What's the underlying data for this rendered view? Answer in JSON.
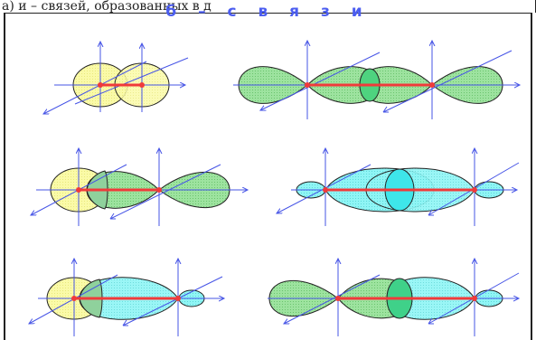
{
  "caption": "а) и – связей, образованных в д",
  "title": "б – с в я з и",
  "colors": {
    "yellow_fill": "#fafaa8",
    "green_fill": "#9de39f",
    "cyan_fill": "#8ff5f5",
    "axis": "#4654e6",
    "bond": "#f03a3a",
    "outline": "#222222"
  },
  "panels": [
    {
      "name": "s-s-overlap",
      "lobes": [
        "s-yellow",
        "s-yellow"
      ]
    },
    {
      "name": "p-p-overlap",
      "lobes": [
        "p-green",
        "p-green"
      ]
    },
    {
      "name": "s-p-overlap",
      "lobes": [
        "s-yellow",
        "p-green"
      ]
    },
    {
      "name": "sp-sp-overlap",
      "lobes": [
        "sp-cyan",
        "sp-cyan"
      ]
    },
    {
      "name": "s-sp-overlap",
      "lobes": [
        "s-yellow",
        "sp-cyan"
      ]
    },
    {
      "name": "p-sp-overlap",
      "lobes": [
        "p-green",
        "sp-cyan"
      ]
    }
  ]
}
